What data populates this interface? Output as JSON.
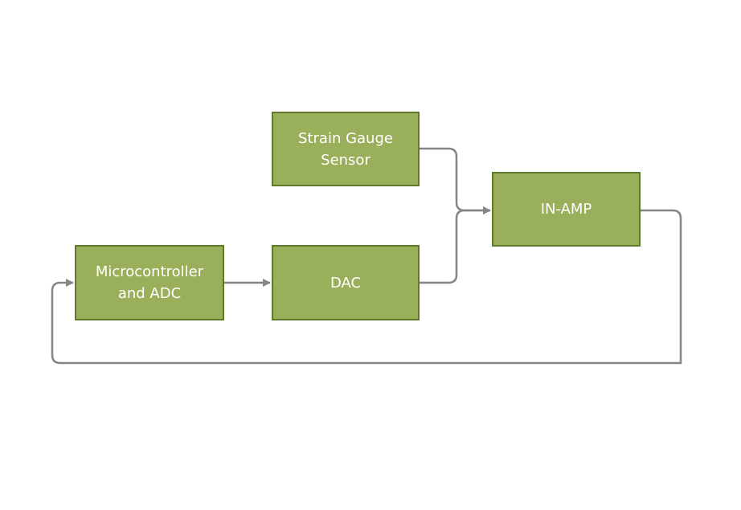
{
  "diagram": {
    "colors": {
      "block_fill": "#9aaf5a",
      "block_border": "#5f7a2c",
      "block_text": "#ffffff",
      "wire": "#858585",
      "background": "#ffffff"
    },
    "blocks": {
      "strain_gauge_sensor": {
        "label": "Strain Gauge\nSensor"
      },
      "in_amp": {
        "label": "IN-AMP"
      },
      "microcontroller_adc": {
        "label": "Microcontroller\nand ADC"
      },
      "dac": {
        "label": "DAC"
      }
    },
    "connections": [
      {
        "from": "strain_gauge_sensor",
        "to": "in_amp"
      },
      {
        "from": "dac",
        "to": "in_amp"
      },
      {
        "from": "microcontroller_adc",
        "to": "dac"
      },
      {
        "from": "in_amp",
        "to": "microcontroller_adc"
      }
    ]
  }
}
